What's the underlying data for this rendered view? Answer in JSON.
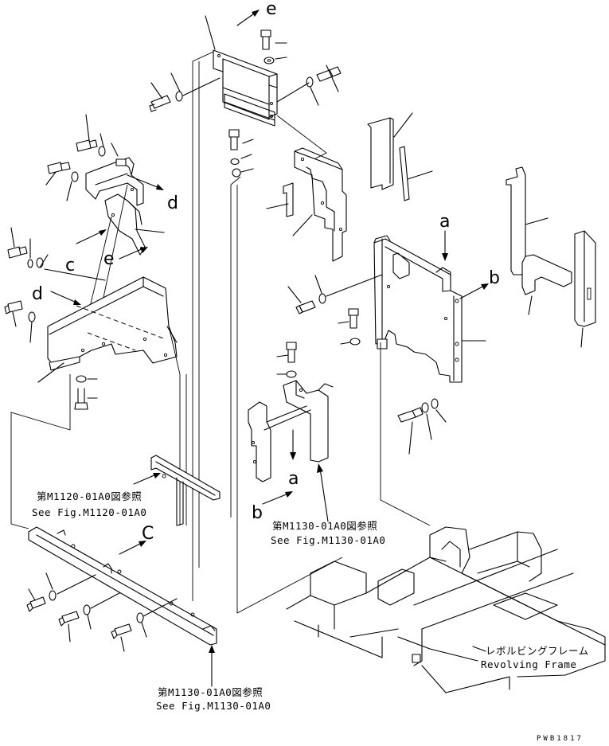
{
  "callout_letters": {
    "e_top": "e",
    "e_mid": "e",
    "d_right": "d",
    "d_left": "d",
    "c_left": "c",
    "c_bottom": "C",
    "a_upper": "a",
    "a_lower": "a",
    "b_upper": "b",
    "b_lower": "b"
  },
  "references": {
    "left_jp": "第M1120-01A0図参照",
    "left_en": "See Fig.M1120-01A0",
    "center_jp": "第M1130-01A0図参照",
    "center_en": "See Fig.M1130-01A0",
    "bottom_jp": "第M1130-01A0図参照",
    "bottom_en": "See Fig.M1130-01A0"
  },
  "frame_label": {
    "jp": "レボルビングフレーム",
    "en": "Revolving Frame"
  },
  "drawing_code": "PWB1817"
}
